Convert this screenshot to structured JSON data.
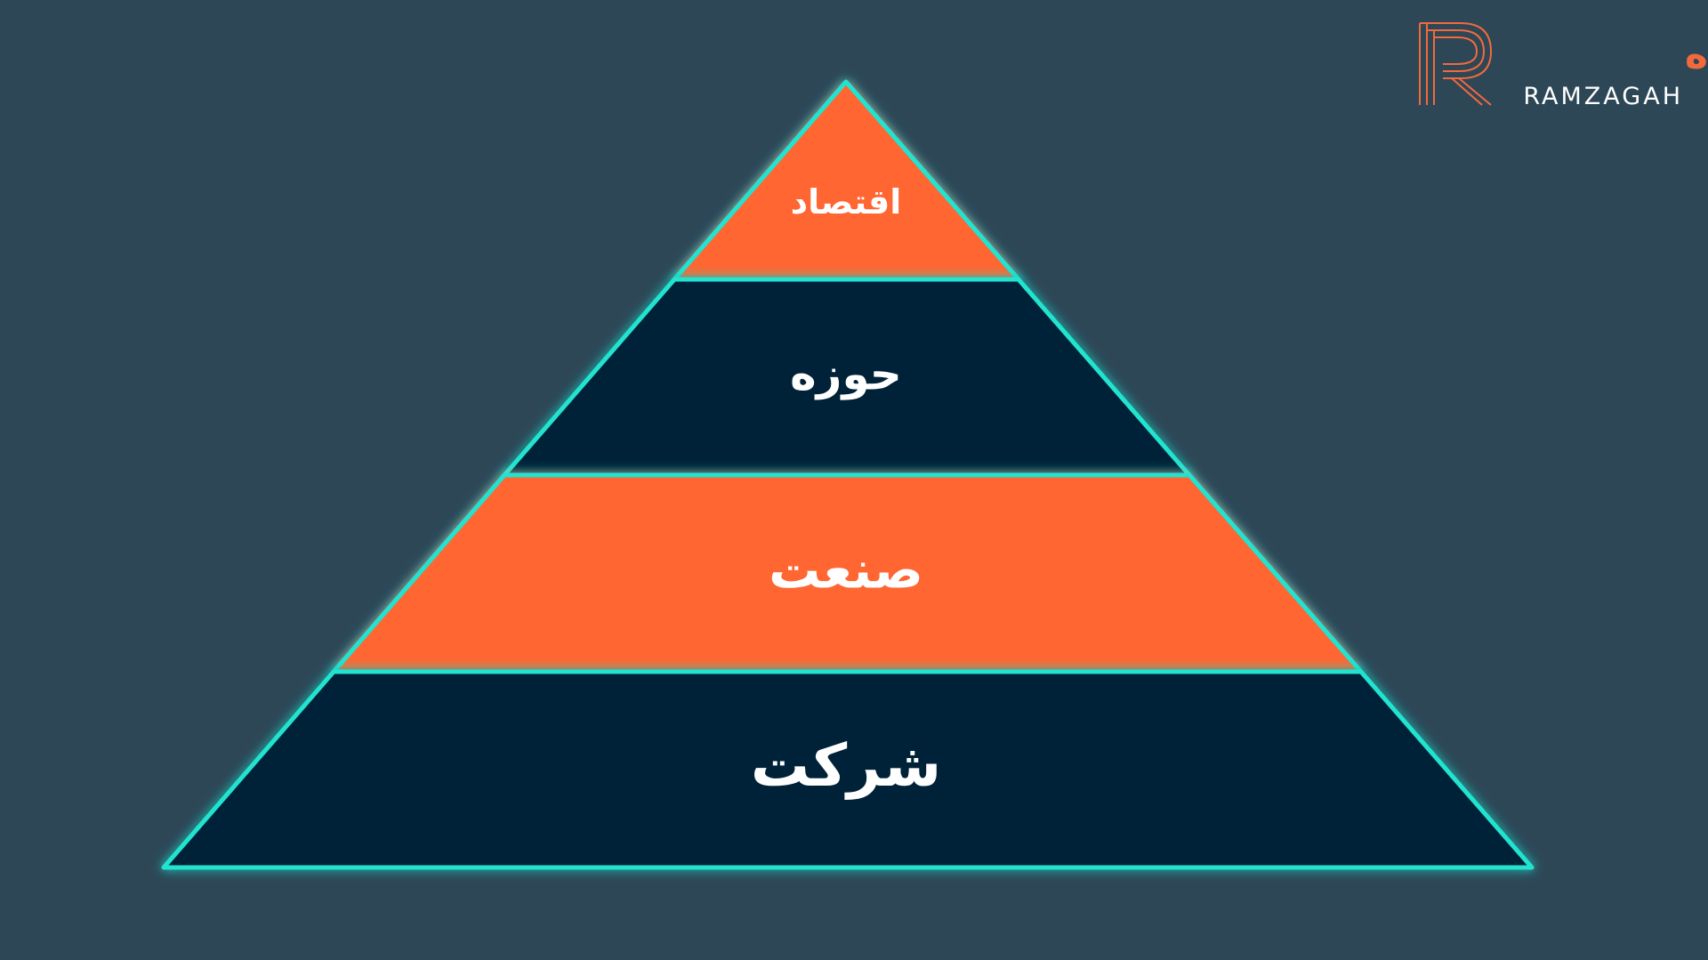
{
  "colors": {
    "background": "#2d4757",
    "outline": "#22e3cf",
    "orange": "#ff6633",
    "navy": "#022237",
    "label": "#ffffff",
    "brand": "#f26a3c"
  },
  "pyramid": {
    "tiers": [
      {
        "label": "اقتصاد",
        "fill": "orange"
      },
      {
        "label": "حوزه",
        "fill": "navy"
      },
      {
        "label": "صنعت",
        "fill": "orange"
      },
      {
        "label": "شرکت",
        "fill": "navy"
      }
    ]
  },
  "logo": {
    "mark": "R",
    "persian": "رمزآگاه",
    "latin": "RAMZAGAH",
    "icon": "ramzagah-logo-icon"
  }
}
